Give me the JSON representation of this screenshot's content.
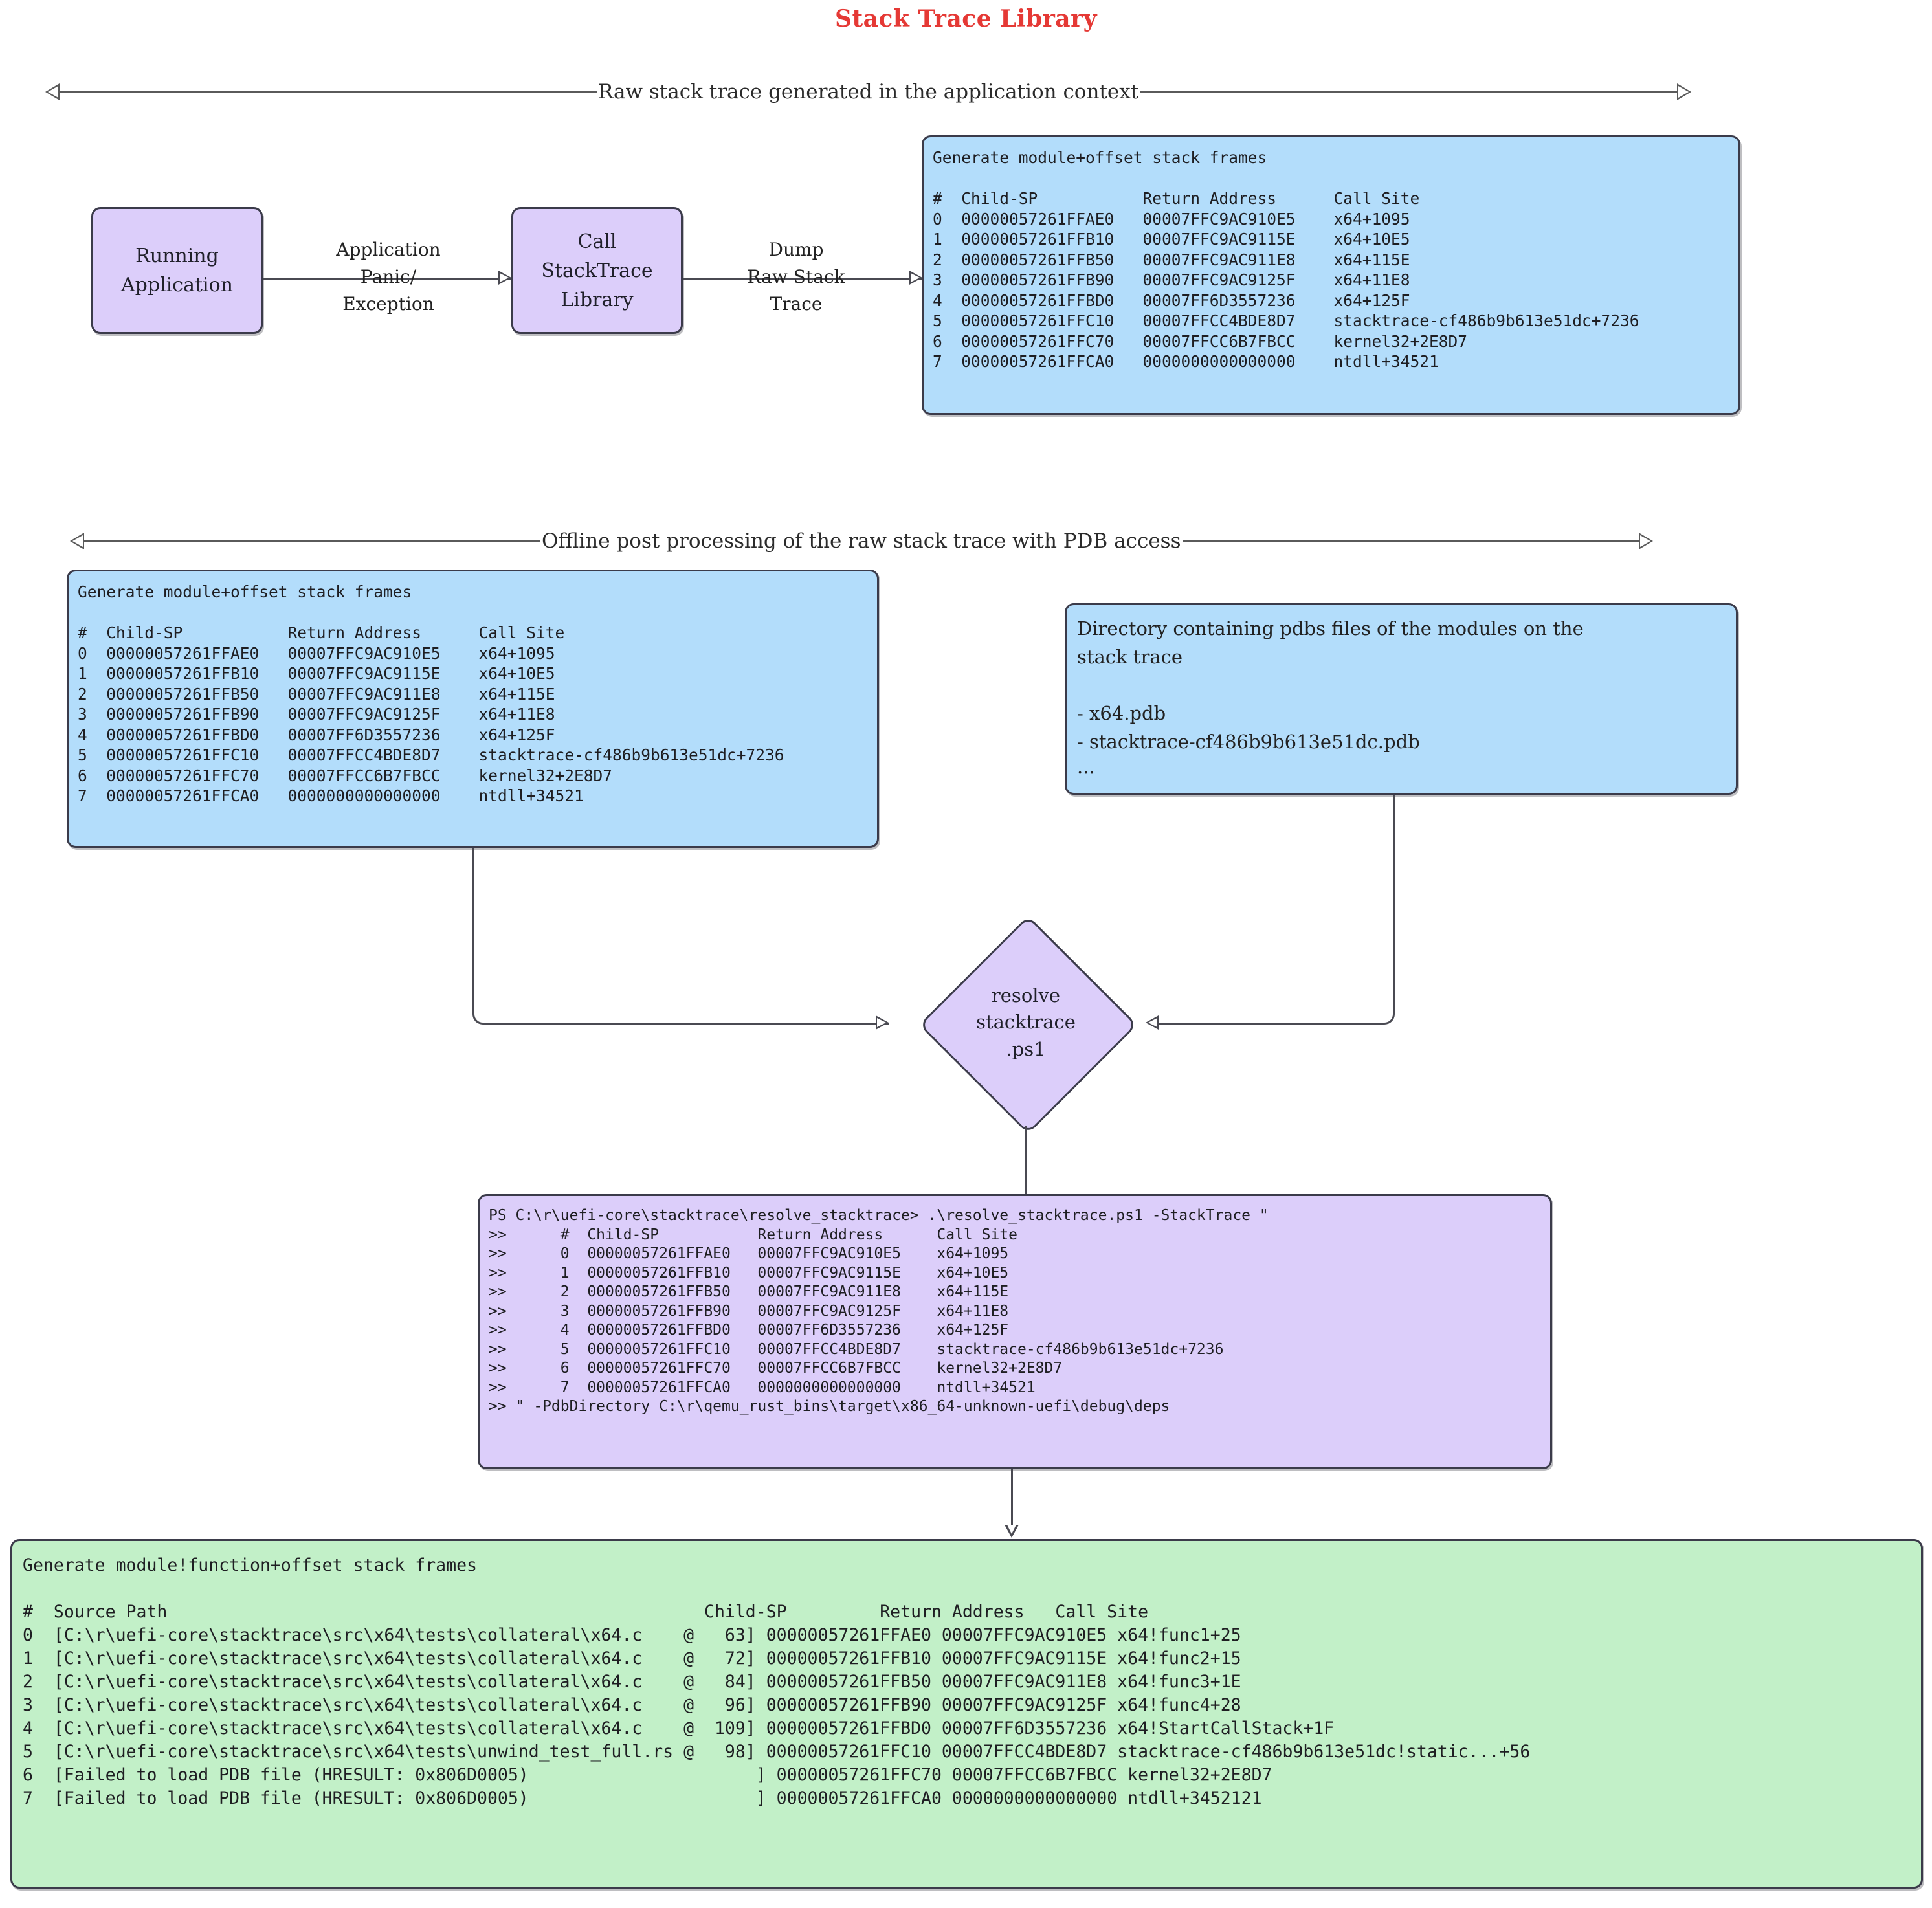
{
  "title": "Stack Trace Library",
  "sections": [
    {
      "id": "raw",
      "label": "Raw stack trace generated in the application context"
    },
    {
      "id": "offline",
      "label": "Offline post processing of the raw stack trace with PDB access"
    }
  ],
  "nodes": {
    "running_application": {
      "lines": [
        "Running",
        "Application"
      ]
    },
    "call_stacktrace_library": {
      "lines": [
        "Call",
        "StackTrace",
        "Library"
      ]
    },
    "resolve_script": {
      "lines": [
        "resolve",
        "stacktrace",
        ".ps1"
      ]
    }
  },
  "edge_labels": {
    "app_to_lib": "Application\nPanic/\nException",
    "lib_to_raw": "Dump\nRaw Stack\nTrace"
  },
  "raw_trace_box": {
    "heading": "Generate module+offset stack frames",
    "columns": [
      "#",
      "Child-SP",
      "Return Address",
      "Call Site"
    ],
    "text": "Generate module+offset stack frames\n\n#  Child-SP           Return Address      Call Site\n0  00000057261FFAE0   00007FFC9AC910E5    x64+1095\n1  00000057261FFB10   00007FFC9AC9115E    x64+10E5\n2  00000057261FFB50   00007FFC9AC911E8    x64+115E\n3  00000057261FFB90   00007FFC9AC9125F    x64+11E8\n4  00000057261FFBD0   00007FF6D3557236    x64+125F\n5  00000057261FFC10   00007FFCC4BDE8D7    stacktrace-cf486b9b613e51dc+7236\n6  00000057261FFC70   00007FFCC6B7FBCC    kernel32+2E8D7\n7  00000057261FFCA0   0000000000000000    ntdll+34521",
    "rows": [
      {
        "n": "0",
        "child_sp": "00000057261FFAE0",
        "return_address": "00007FFC9AC910E5",
        "call_site": "x64+1095"
      },
      {
        "n": "1",
        "child_sp": "00000057261FFB10",
        "return_address": "00007FFC9AC9115E",
        "call_site": "x64+10E5"
      },
      {
        "n": "2",
        "child_sp": "00000057261FFB50",
        "return_address": "00007FFC9AC911E8",
        "call_site": "x64+115E"
      },
      {
        "n": "3",
        "child_sp": "00000057261FFB90",
        "return_address": "00007FFC9AC9125F",
        "call_site": "x64+11E8"
      },
      {
        "n": "4",
        "child_sp": "00000057261FFBD0",
        "return_address": "00007FF6D3557236",
        "call_site": "x64+125F"
      },
      {
        "n": "5",
        "child_sp": "00000057261FFC10",
        "return_address": "00007FFCC4BDE8D7",
        "call_site": "stacktrace-cf486b9b613e51dc+7236"
      },
      {
        "n": "6",
        "child_sp": "00000057261FFC70",
        "return_address": "00007FFCC6B7FBCC",
        "call_site": "kernel32+2E8D7"
      },
      {
        "n": "7",
        "child_sp": "00000057261FFCA0",
        "return_address": "0000000000000000",
        "call_site": "ntdll+34521"
      }
    ]
  },
  "pdb_dir_box": {
    "description_line1": "Directory containing pdbs files of the modules on the",
    "description_line2": "stack trace",
    "files": [
      "- x64.pdb",
      "- stacktrace-cf486b9b613e51dc.pdb",
      "..."
    ]
  },
  "ps_command_box": {
    "text": "PS C:\\r\\uefi-core\\stacktrace\\resolve_stacktrace> .\\resolve_stacktrace.ps1 -StackTrace \"\n>>      #  Child-SP           Return Address      Call Site\n>>      0  00000057261FFAE0   00007FFC9AC910E5    x64+1095\n>>      1  00000057261FFB10   00007FFC9AC9115E    x64+10E5\n>>      2  00000057261FFB50   00007FFC9AC911E8    x64+115E\n>>      3  00000057261FFB90   00007FFC9AC9125F    x64+11E8\n>>      4  00000057261FFBD0   00007FF6D3557236    x64+125F\n>>      5  00000057261FFC10   00007FFCC4BDE8D7    stacktrace-cf486b9b613e51dc+7236\n>>      6  00000057261FFC70   00007FFCC6B7FBCC    kernel32+2E8D7\n>>      7  00000057261FFCA0   0000000000000000    ntdll+34521\n>> \" -PdbDirectory C:\\r\\qemu_rust_bins\\target\\x86_64-unknown-uefi\\debug\\deps",
    "prompt": "PS C:\\r\\uefi-core\\stacktrace\\resolve_stacktrace>",
    "command": ".\\resolve_stacktrace.ps1 -StackTrace \"",
    "pdb_directory": "C:\\r\\qemu_rust_bins\\target\\x86_64-unknown-uefi\\debug\\deps"
  },
  "resolved_box": {
    "heading": "Generate module!function+offset stack frames",
    "columns": [
      "#",
      "Source Path",
      "Child-SP",
      "Return Address",
      "Call Site"
    ],
    "text": "Generate module!function+offset stack frames\n\n#  Source Path                                                    Child-SP         Return Address   Call Site\n0  [C:\\r\\uefi-core\\stacktrace\\src\\x64\\tests\\collateral\\x64.c    @   63] 00000057261FFAE0 00007FFC9AC910E5 x64!func1+25\n1  [C:\\r\\uefi-core\\stacktrace\\src\\x64\\tests\\collateral\\x64.c    @   72] 00000057261FFB10 00007FFC9AC9115E x64!func2+15\n2  [C:\\r\\uefi-core\\stacktrace\\src\\x64\\tests\\collateral\\x64.c    @   84] 00000057261FFB50 00007FFC9AC911E8 x64!func3+1E\n3  [C:\\r\\uefi-core\\stacktrace\\src\\x64\\tests\\collateral\\x64.c    @   96] 00000057261FFB90 00007FFC9AC9125F x64!func4+28\n4  [C:\\r\\uefi-core\\stacktrace\\src\\x64\\tests\\collateral\\x64.c    @  109] 00000057261FFBD0 00007FF6D3557236 x64!StartCallStack+1F\n5  [C:\\r\\uefi-core\\stacktrace\\src\\x64\\tests\\unwind_test_full.rs @   98] 00000057261FFC10 00007FFCC4BDE8D7 stacktrace-cf486b9b613e51dc!static...+56\n6  [Failed to load PDB file (HRESULT: 0x806D0005)                      ] 00000057261FFC70 00007FFCC6B7FBCC kernel32+2E8D7\n7  [Failed to load PDB file (HRESULT: 0x806D0005)                      ] 00000057261FFCA0 0000000000000000 ntdll+3452121",
    "rows": [
      {
        "n": "0",
        "source_path": "[C:\\r\\uefi-core\\stacktrace\\src\\x64\\tests\\collateral\\x64.c",
        "line": "63",
        "child_sp": "00000057261FFAE0",
        "return_address": "00007FFC9AC910E5",
        "call_site": "x64!func1+25"
      },
      {
        "n": "1",
        "source_path": "[C:\\r\\uefi-core\\stacktrace\\src\\x64\\tests\\collateral\\x64.c",
        "line": "72",
        "child_sp": "00000057261FFB10",
        "return_address": "00007FFC9AC9115E",
        "call_site": "x64!func2+15"
      },
      {
        "n": "2",
        "source_path": "[C:\\r\\uefi-core\\stacktrace\\src\\x64\\tests\\collateral\\x64.c",
        "line": "84",
        "child_sp": "00000057261FFB50",
        "return_address": "00007FFC9AC911E8",
        "call_site": "x64!func3+1E"
      },
      {
        "n": "3",
        "source_path": "[C:\\r\\uefi-core\\stacktrace\\src\\x64\\tests\\collateral\\x64.c",
        "line": "96",
        "child_sp": "00000057261FFB90",
        "return_address": "00007FFC9AC9125F",
        "call_site": "x64!func4+28"
      },
      {
        "n": "4",
        "source_path": "[C:\\r\\uefi-core\\stacktrace\\src\\x64\\tests\\collateral\\x64.c",
        "line": "109",
        "child_sp": "00000057261FFBD0",
        "return_address": "00007FF6D3557236",
        "call_site": "x64!StartCallStack+1F"
      },
      {
        "n": "5",
        "source_path": "[C:\\r\\uefi-core\\stacktrace\\src\\x64\\tests\\unwind_test_full.rs",
        "line": "98",
        "child_sp": "00000057261FFC10",
        "return_address": "00007FFCC4BDE8D7",
        "call_site": "stacktrace-cf486b9b613e51dc!static...+56"
      },
      {
        "n": "6",
        "source_path": "[Failed to load PDB file (HRESULT: 0x806D0005)",
        "line": "",
        "child_sp": "00000057261FFC70",
        "return_address": "00007FFCC6B7FBCC",
        "call_site": "kernel32+2E8D7"
      },
      {
        "n": "7",
        "source_path": "[Failed to load PDB file (HRESULT: 0x806D0005)",
        "line": "",
        "child_sp": "00000057261FFCA0",
        "return_address": "0000000000000000",
        "call_site": "ntdll+3452121"
      }
    ]
  },
  "colors": {
    "title": "#e53935",
    "purple_fill": "#DCCEFA",
    "blue_fill": "#B3DDFB",
    "green_fill": "#C2F0C8",
    "node_stroke": "#3b3b4a",
    "edge_stroke": "#4a4a52"
  }
}
